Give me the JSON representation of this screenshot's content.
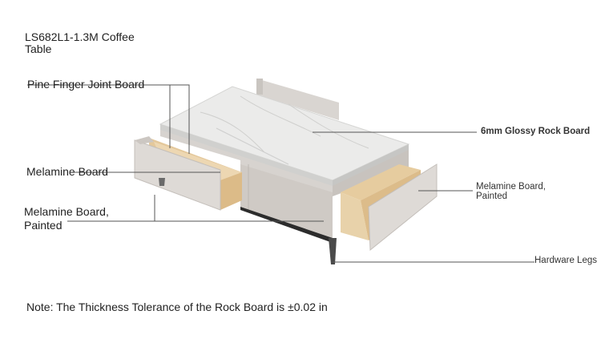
{
  "product": {
    "title": "LS682L1-1.3M Coffee Table"
  },
  "labels": {
    "pine": "Pine Finger Joint Board",
    "melamine": "Melamine Board",
    "melamine_painted_left": "Melamine Board, Painted",
    "rock": "6mm Glossy Rock Board",
    "melamine_painted_right": "Melamine Board, Painted",
    "legs": "Hardware Legs"
  },
  "note": "Note: The Thickness Tolerance of the Rock Board is ±0.02 in",
  "colors": {
    "leader_line": "#555555",
    "drawer_front": "#dcd8d4",
    "wood_interior": "#e8cfa4",
    "marble_top": "#e9e9e7",
    "leg": "#4a4a4a"
  }
}
